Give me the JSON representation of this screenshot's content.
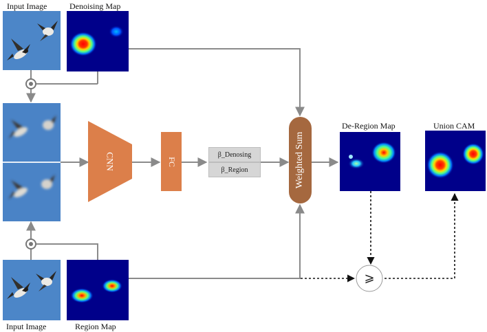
{
  "labels": {
    "input_image_top": "Input Image",
    "denoising_map": "Denoising Map",
    "input_image_bottom": "Input Image",
    "region_map": "Region Map",
    "de_region_map": "De-Region Map",
    "union_cam": "Union CAM"
  },
  "blocks": {
    "cnn": "CNN",
    "fc": "FC",
    "weighted_sum": "Weighted Sum",
    "beta_denoising": "β_Denosing",
    "beta_region": "β_Region",
    "compare_op": "⩾"
  },
  "colors": {
    "block_orange": "#dc7f4a",
    "weighted_sum_brown": "#a5683f",
    "heatmap_background": "#00008a",
    "sky_blue": "#4a83c6",
    "arrow_gray": "#8a8a8a"
  }
}
